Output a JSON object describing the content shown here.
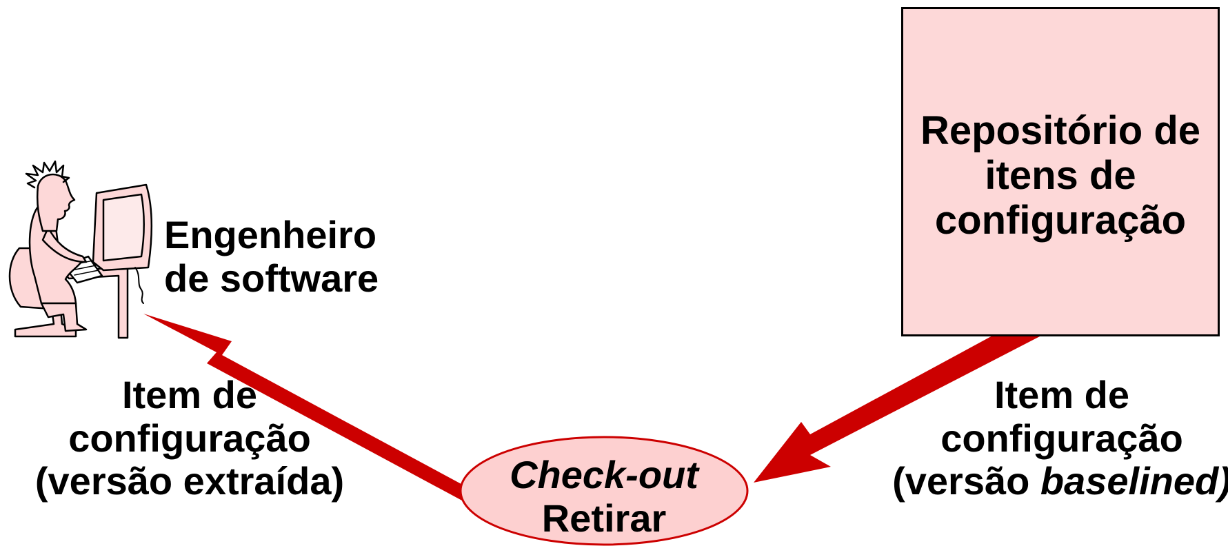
{
  "repository": {
    "lines": [
      "Repositório de",
      "itens de",
      "configuração"
    ],
    "fill": "#fdd8d8"
  },
  "engineer": {
    "lines": [
      "Engenheiro",
      "de software"
    ],
    "icon": "person-at-computer-icon"
  },
  "left_label": {
    "line1": "Item de",
    "line2": "configuração",
    "line3": "(versão extraída)"
  },
  "right_label": {
    "line1": "Item de",
    "line2": "configuração",
    "line3_prefix": "(versão ",
    "line3_italic": "baselined)"
  },
  "operation": {
    "line1_italic": "Check-out",
    "line2": "Retirar",
    "fill": "#fdd0d0",
    "border": "#cc0000"
  },
  "arrow_color": "#cc0000"
}
